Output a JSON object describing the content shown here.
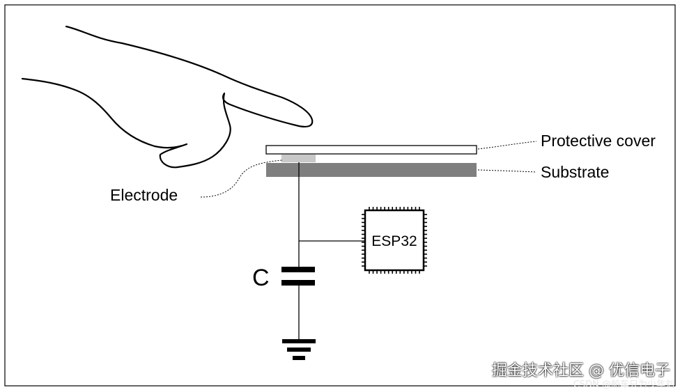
{
  "labels": {
    "protective_cover": "Protective cover",
    "substrate": "Substrate",
    "electrode": "Electrode",
    "chip": "ESP32",
    "capacitor": "C"
  },
  "colors": {
    "frame": "#000000",
    "substrate": "#7f7f7f",
    "electrode": "#c8c8c8",
    "cover": "#ffffff",
    "wire": "#000000"
  },
  "icons": {
    "finger": "finger-pointing-icon",
    "ground": "ground-symbol-icon",
    "capacitor": "capacitor-symbol-icon",
    "chip": "ic-chip-icon"
  },
  "watermark": {
    "main": "掘金技术社区 @ 优信电子",
    "sub": "CSDN @船车只为少年刘"
  }
}
